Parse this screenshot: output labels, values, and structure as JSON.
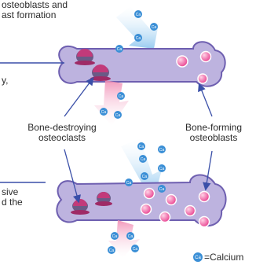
{
  "captions": {
    "top_line1": "osteoblasts and",
    "top_line2": "ast formation",
    "mid_left": "y,",
    "lower_line1": "sive",
    "lower_line2": "d the"
  },
  "labels": {
    "osteoclasts_line1": "Bone-destroying",
    "osteoclasts_line2": "osteoclasts",
    "osteoblasts_line1": "Bone-forming",
    "osteoblasts_line2": "osteoblasts"
  },
  "legend": {
    "symbol": "Ca",
    "label": "=Calcium"
  },
  "colors": {
    "bone_fill": "#bdb3df",
    "bone_stroke": "#6e5fb0",
    "arrow_in": "#9fd0f2",
    "arrow_out": "#f4a9c4",
    "calcium": "#3b8fd6",
    "osteoblast": "#ee5aa0",
    "osteoclast_cap": "#c23a7a",
    "callout_line": "#3a4fa8"
  }
}
